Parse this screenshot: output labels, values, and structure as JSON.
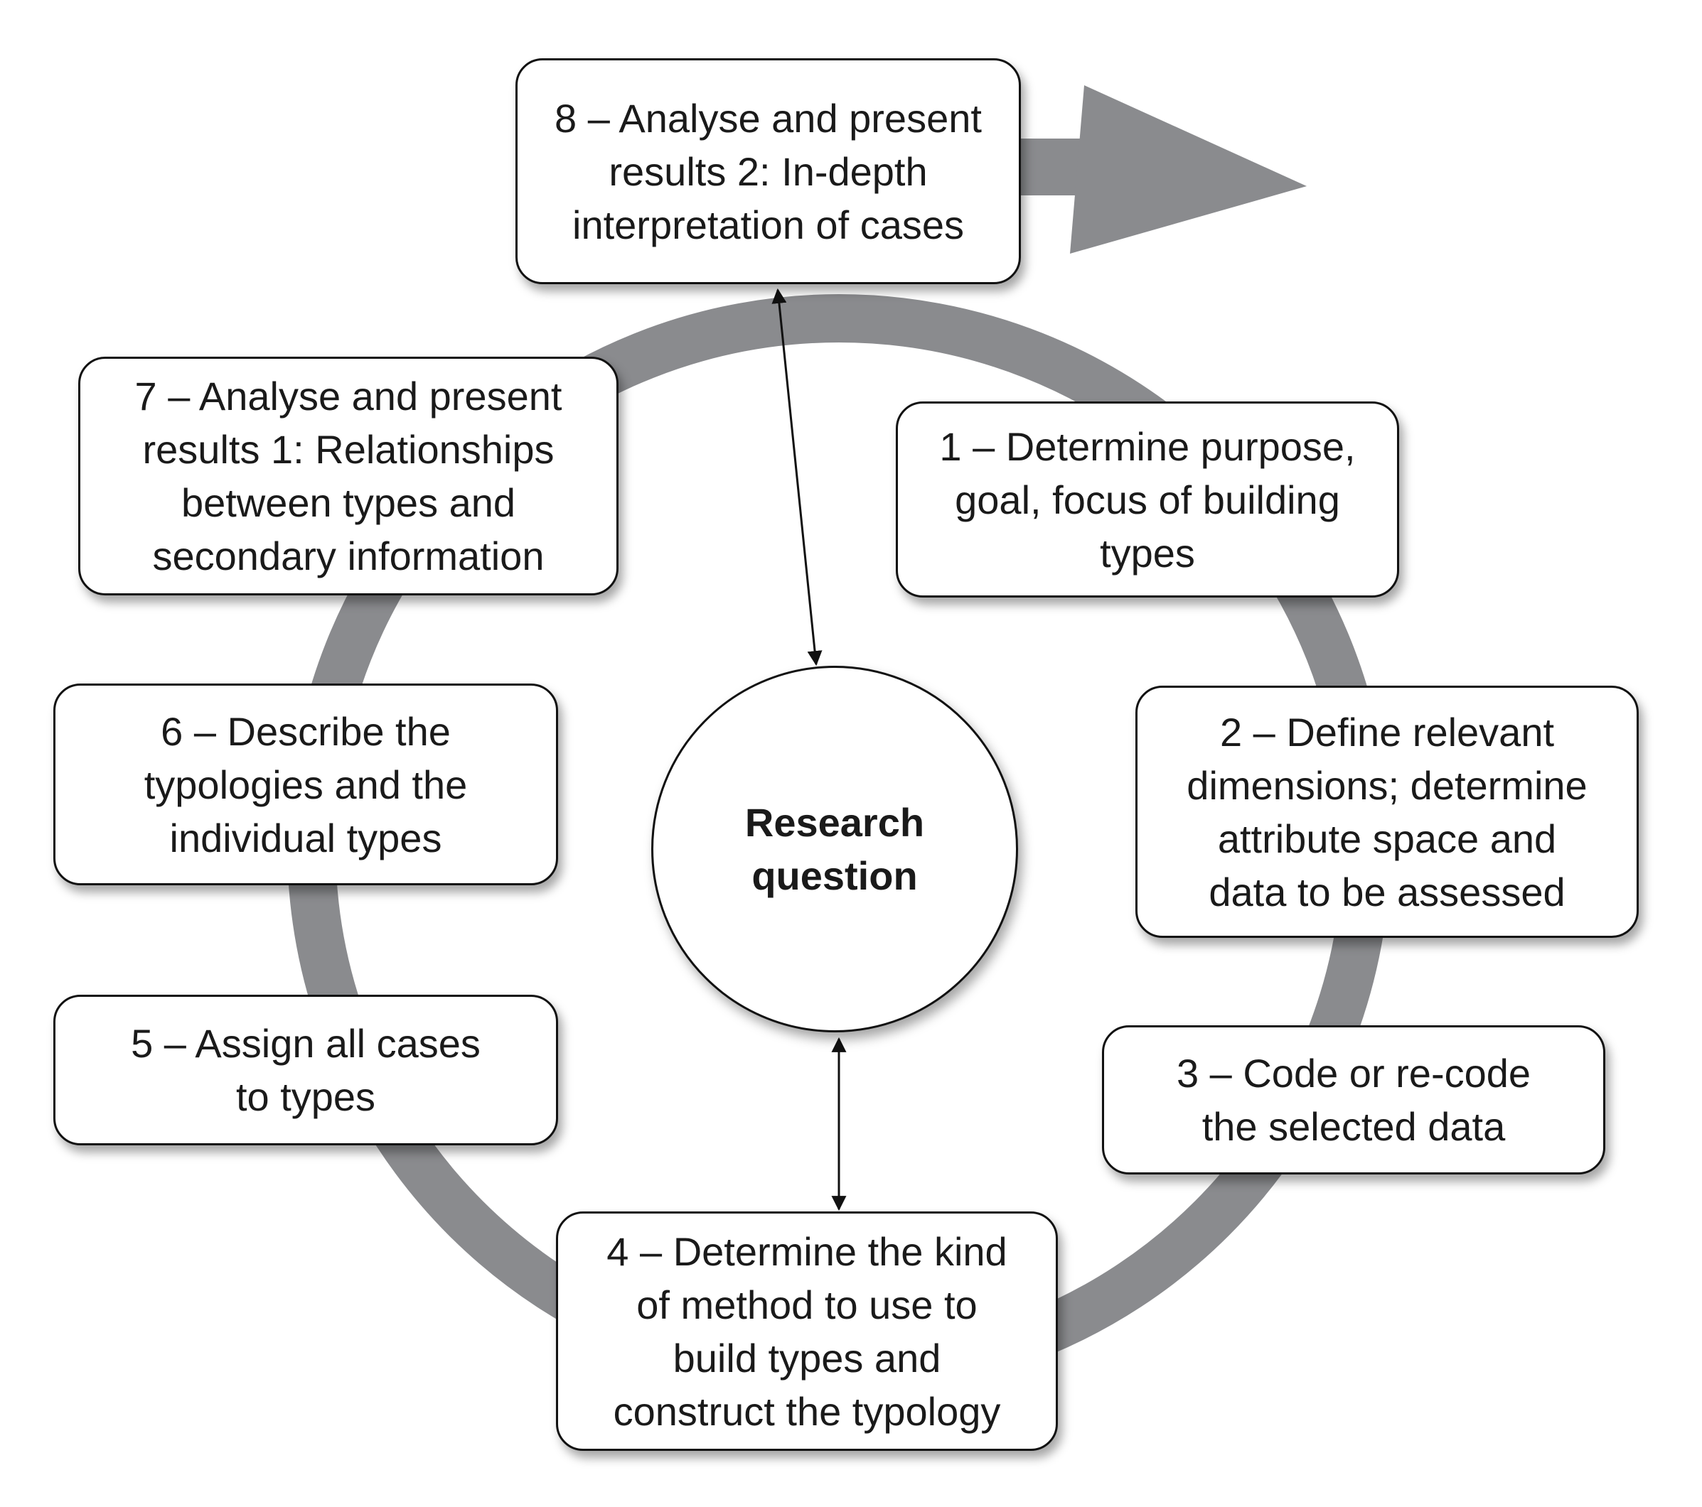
{
  "center": {
    "lines": [
      "Research",
      "question"
    ]
  },
  "steps": [
    {
      "id": "step-1",
      "lines": [
        "1 – Determine purpose,",
        "goal, focus of building",
        "types"
      ]
    },
    {
      "id": "step-2",
      "lines": [
        "2 – Define relevant",
        "dimensions; determine",
        "attribute space and",
        "data to be assessed"
      ]
    },
    {
      "id": "step-3",
      "lines": [
        "3 – Code or re-code",
        "the selected data"
      ]
    },
    {
      "id": "step-4",
      "lines": [
        "4 – Determine the kind",
        "of method to use to",
        "build types and",
        "construct the typology"
      ]
    },
    {
      "id": "step-5",
      "lines": [
        "5 – Assign all cases",
        "to types"
      ]
    },
    {
      "id": "step-6",
      "lines": [
        "6 – Describe the",
        "typologies and the",
        "individual types"
      ]
    },
    {
      "id": "step-7",
      "lines": [
        "7 – Analyse and present",
        "results 1: Relationships",
        "between types and",
        "secondary information"
      ]
    },
    {
      "id": "step-8",
      "lines": [
        "8 – Analyse and present",
        "results 2: In-depth",
        "interpretation of cases"
      ]
    }
  ],
  "colors": {
    "ring": "#8a8b8e",
    "arrow": "#8a8b8e",
    "stroke": "#111111"
  }
}
